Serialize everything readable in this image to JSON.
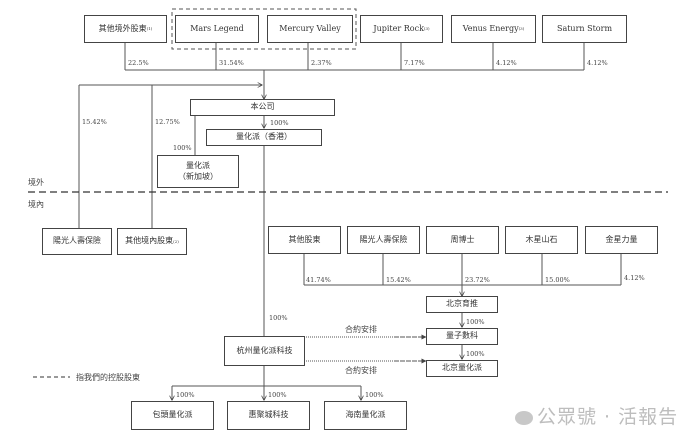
{
  "offshore_shareholders": [
    {
      "name": "其他境外股東",
      "note": "(1)",
      "pct": "22.5%"
    },
    {
      "name": "Mars Legend",
      "note": "",
      "pct": "31.54%"
    },
    {
      "name": "Mercury Valley",
      "note": "",
      "pct": "2.37%"
    },
    {
      "name": "Jupiter Rock",
      "note": "(3)",
      "pct": "7.17%"
    },
    {
      "name": "Venus Energy",
      "note": "(3)",
      "pct": "4.12%"
    },
    {
      "name": "Saturn Storm",
      "note": "",
      "pct": "4.12%"
    }
  ],
  "onshore_shareholders": [
    {
      "name": "陽光人壽保險",
      "pct": "15.42%"
    },
    {
      "name": "其他境內股東",
      "note": "(2)",
      "pct": "12.75%"
    }
  ],
  "company": {
    "name": "本公司"
  },
  "hk_sub": {
    "name": "量化派（香港）",
    "pct": "100%"
  },
  "sg_sub": {
    "name_line1": "量化派",
    "name_line2": "（新加坡）",
    "pct": "100%"
  },
  "region_labels": {
    "offshore": "境外",
    "onshore": "境內"
  },
  "wfoe": {
    "name": "杭州量化派科技",
    "pct": "100%"
  },
  "vie_shareholders": [
    {
      "name": "其他股東",
      "pct": "41.74%"
    },
    {
      "name": "陽光人壽保險",
      "pct": "15.42%"
    },
    {
      "name": "周博士",
      "pct": "23.72%"
    },
    {
      "name": "木星山石",
      "pct": "15.00%"
    },
    {
      "name": "金星力量",
      "pct": "4.12%"
    }
  ],
  "vie_entities": [
    {
      "name": "北京育推"
    },
    {
      "name": "量子數科",
      "pct": "100%"
    },
    {
      "name": "北京量化派",
      "pct": "100%"
    }
  ],
  "contract_labels": [
    "合約安排",
    "合約安排"
  ],
  "subsidiaries": [
    {
      "name": "包頭量化派",
      "pct": "100%"
    },
    {
      "name": "惠聚城科技",
      "pct": "100%"
    },
    {
      "name": "海南量化派",
      "pct": "100%"
    }
  ],
  "legend": {
    "controlling_shareholders": "指我們的控股股東"
  },
  "watermark": {
    "text": "公眾號 · 活報告"
  }
}
